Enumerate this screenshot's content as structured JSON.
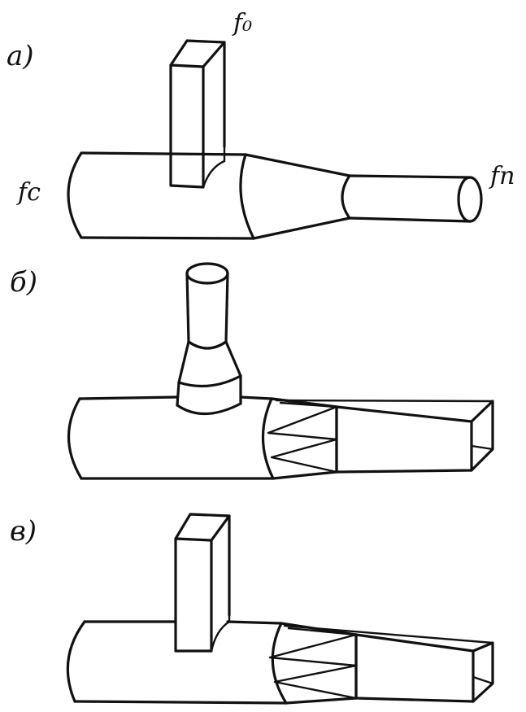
{
  "labels": {
    "panel_a": "a)",
    "panel_b": "б)",
    "panel_v": "в)",
    "f_o": "f₀",
    "f_c": "fc",
    "f_n": "fn"
  },
  "colors": {
    "ink": "#111111",
    "paper": "#ffffff"
  }
}
